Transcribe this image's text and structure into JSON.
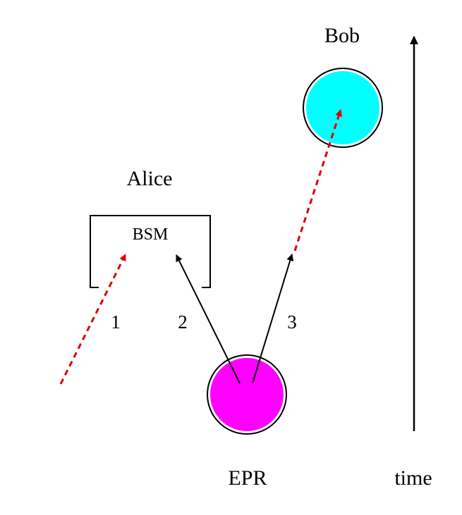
{
  "labels": {
    "bob": "Bob",
    "alice": "Alice",
    "bsm": "BSM",
    "epr": "EPR",
    "time": "time",
    "path_1": "1",
    "path_2": "2",
    "path_3": "3"
  },
  "colors": {
    "bob_fill": "#00ffff",
    "epr_fill": "#ff00ff",
    "dashed_arrow": "#dd0000",
    "ink": "#000000"
  }
}
